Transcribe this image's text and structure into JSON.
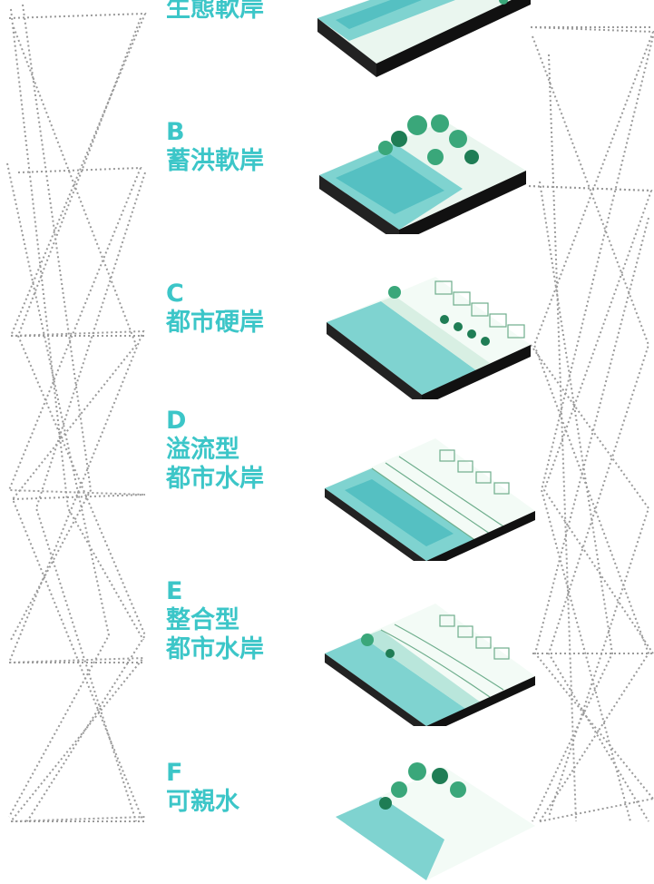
{
  "sections": [
    {
      "letter": "",
      "lines": [
        "生態軟岸"
      ]
    },
    {
      "letter": "B",
      "lines": [
        "蓄洪軟岸"
      ]
    },
    {
      "letter": "C",
      "lines": [
        "都市硬岸"
      ]
    },
    {
      "letter": "D",
      "lines": [
        "溢流型",
        "都市水岸"
      ]
    },
    {
      "letter": "E",
      "lines": [
        "整合型",
        "都市水岸"
      ]
    },
    {
      "letter": "F",
      "lines": [
        "可親水"
      ]
    }
  ],
  "colors": {
    "label": "#3cc6c8",
    "water": "#7fd3d0",
    "water_deep": "#55c0c2",
    "bank": "#eaf6ef",
    "slab_side": "#111111",
    "decor_line": "#9a9a9a"
  }
}
